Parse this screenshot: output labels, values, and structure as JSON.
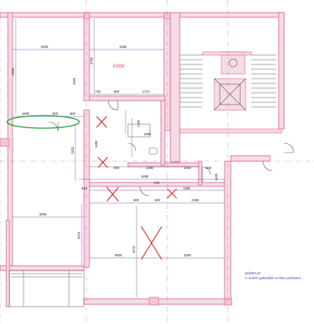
{
  "room_label": "köök",
  "dimensions": {
    "top_left_width": "3400",
    "top_right_width": "3466",
    "left_height": "4950",
    "kitchen_height": "3750",
    "d_730": "730",
    "d_900_a": "900",
    "d_1774": "1774",
    "d_1800": "1800",
    "d_900_b": "900",
    "d_600": "600",
    "d_1750": "1750",
    "d_1660": "1660",
    "d_2320": "2320",
    "d_1480": "1480",
    "d_900_c": "900",
    "d_2280": "2280",
    "d_1000": "1000",
    "d_900_d": "900",
    "d_5090": "5090",
    "d_270": "270",
    "d_510": "510",
    "d_1395": "1395",
    "d_900_e": "900",
    "d_600_b": "600",
    "d_2365": "2365",
    "d_3400_b": "3400",
    "d_3270": "3270",
    "d_4570": "4570",
    "d_3600": "3600",
    "d_3200": "3200",
    "d_1440": "1440",
    "d_1000_b": "1000"
  },
  "notes": {
    "title": "MÄRKUS:",
    "line1": "1. Korteri gabariidid on õiee punktatud ..."
  },
  "colors": {
    "wall": "#d9608c",
    "wall_fill": "#f7dbe6",
    "dim_line": "#3a3aa8",
    "cross": "#e0201f",
    "ellipse": "#1f9a2c",
    "note_text": "#2f3fb0",
    "stair": "#555555"
  }
}
